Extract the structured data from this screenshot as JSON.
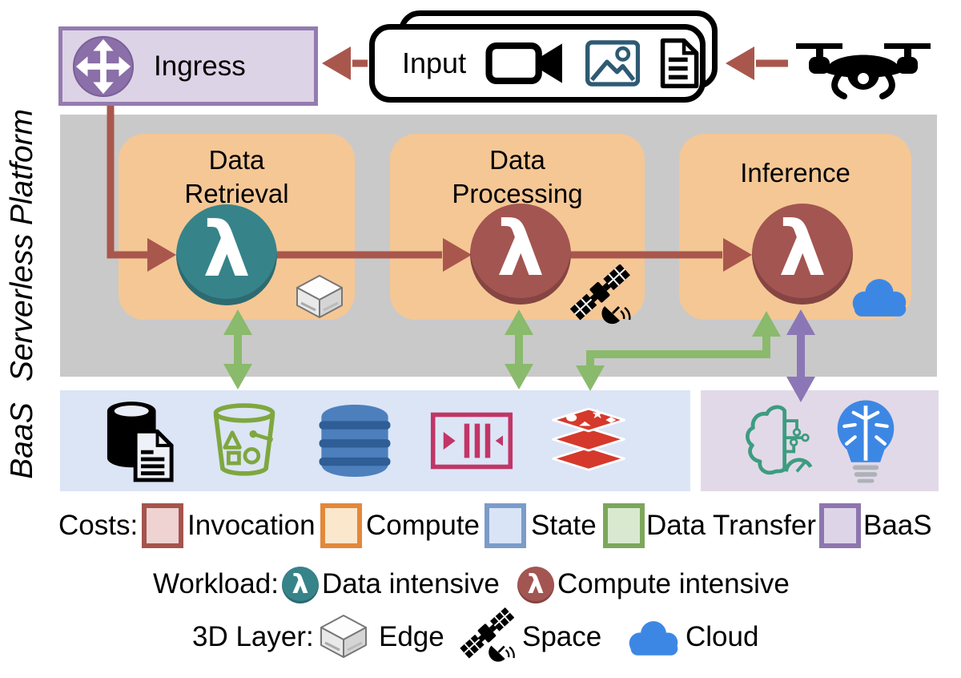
{
  "figure": {
    "ingress": {
      "label": "Ingress",
      "icon": "move-arrows-icon"
    },
    "input": {
      "label": "Input",
      "icons": [
        "video-camera-icon",
        "image-icon",
        "document-icon"
      ]
    },
    "source_icon": "drone-icon",
    "platform": {
      "side_label": "Serverless Platform"
    },
    "baas": {
      "side_label": "BaaS",
      "state_services": [
        "database-documents",
        "s3-bucket",
        "dynamodb",
        "kinesis-stream",
        "redis"
      ],
      "ml_services": [
        "ml-circuit-brain",
        "brain-lightbulb"
      ]
    },
    "lambda_glyph": "λ",
    "stages": [
      {
        "title1": "Data",
        "title2": "Retrieval",
        "workload": "data-intensive",
        "layer": "edge"
      },
      {
        "title1": "Data",
        "title2": "Processing",
        "workload": "compute-intensive",
        "layer": "space"
      },
      {
        "title1": "Inference",
        "title2": "",
        "workload": "compute-intensive",
        "layer": "cloud"
      }
    ]
  },
  "legend": {
    "costs": {
      "heading": "Costs:",
      "items": [
        {
          "label": "Invocation",
          "fill": "#eed3d2",
          "border": "#a5544c"
        },
        {
          "label": "Compute",
          "fill": "#fbe7cc",
          "border": "#e2883b"
        },
        {
          "label": "State",
          "fill": "#d9e4f6",
          "border": "#7b9cc9"
        },
        {
          "label": "Data Transfer",
          "fill": "#d9e9cf",
          "border": "#7ba75b"
        },
        {
          "label": "BaaS",
          "fill": "#ded4e8",
          "border": "#8d76ae"
        }
      ]
    },
    "workload": {
      "heading": "Workload:",
      "items": [
        {
          "label": "Data intensive",
          "color": "#37838a"
        },
        {
          "label": "Compute intensive",
          "color": "#a35551"
        }
      ]
    },
    "layers": {
      "heading": "3D Layer:",
      "items": [
        {
          "label": "Edge"
        },
        {
          "label": "Space"
        },
        {
          "label": "Cloud"
        }
      ]
    }
  },
  "colors": {
    "invocation_arrow": "#a9574d",
    "data_transfer_arrow": "#8aba6c",
    "baas_arrow": "#8b77b5",
    "compute_box": "#f5c795",
    "platform_panel": "#c9c9c9",
    "state_panel": "#dbe5f6",
    "baas_panel": "#e2d9e8",
    "ingress_fill": "#ddd3e6",
    "ingress_border": "#947bb0",
    "lambda_data": "#37838a",
    "lambda_compute": "#a35551"
  }
}
